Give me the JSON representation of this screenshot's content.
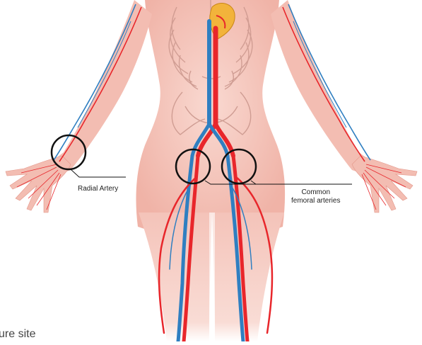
{
  "labels": {
    "radial": "Radial Artery",
    "femoral_line1": "Common",
    "femoral_line2": "femoral arteries"
  },
  "caption": "ure site",
  "colors": {
    "skin": "#f6cfc6",
    "skin_dark": "#eba398",
    "artery": "#e8262b",
    "vein": "#2f7fc1",
    "outline": "#d9a59b",
    "circle": "#111111",
    "heart": "#f2b33b"
  }
}
